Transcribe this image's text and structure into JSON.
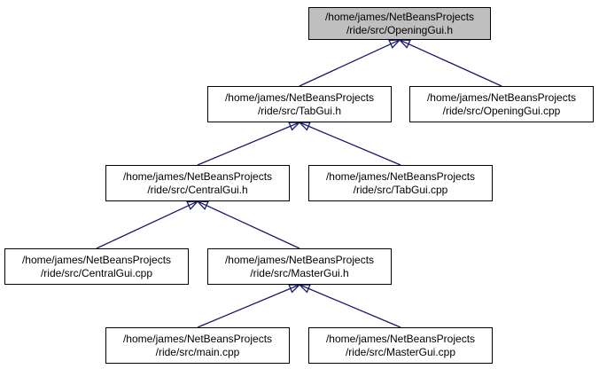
{
  "graph": {
    "colors": {
      "edge": "#191970",
      "focus_fill": "#bfbfbf",
      "node_fill": "#ffffff",
      "border": "#000000"
    },
    "nodes": [
      {
        "id": "opening_h",
        "line1": "/home/james/NetBeansProjects",
        "line2": "/ride/src/OpeningGui.h",
        "focus": true
      },
      {
        "id": "tab_h",
        "line1": "/home/james/NetBeansProjects",
        "line2": "/ride/src/TabGui.h"
      },
      {
        "id": "opening_cpp",
        "line1": "/home/james/NetBeansProjects",
        "line2": "/ride/src/OpeningGui.cpp"
      },
      {
        "id": "central_h",
        "line1": "/home/james/NetBeansProjects",
        "line2": "/ride/src/CentralGui.h"
      },
      {
        "id": "tab_cpp",
        "line1": "/home/james/NetBeansProjects",
        "line2": "/ride/src/TabGui.cpp"
      },
      {
        "id": "central_cpp",
        "line1": "/home/james/NetBeansProjects",
        "line2": "/ride/src/CentralGui.cpp"
      },
      {
        "id": "master_h",
        "line1": "/home/james/NetBeansProjects",
        "line2": "/ride/src/MasterGui.h"
      },
      {
        "id": "main_cpp",
        "line1": "/home/james/NetBeansProjects",
        "line2": "/ride/src/main.cpp"
      },
      {
        "id": "master_cpp",
        "line1": "/home/james/NetBeansProjects",
        "line2": "/ride/src/MasterGui.cpp"
      }
    ],
    "edges": [
      {
        "from": "tab_h",
        "to": "opening_h"
      },
      {
        "from": "opening_cpp",
        "to": "opening_h"
      },
      {
        "from": "central_h",
        "to": "tab_h"
      },
      {
        "from": "tab_cpp",
        "to": "tab_h"
      },
      {
        "from": "central_cpp",
        "to": "central_h"
      },
      {
        "from": "master_h",
        "to": "central_h"
      },
      {
        "from": "main_cpp",
        "to": "master_h"
      },
      {
        "from": "master_cpp",
        "to": "master_h"
      }
    ]
  }
}
